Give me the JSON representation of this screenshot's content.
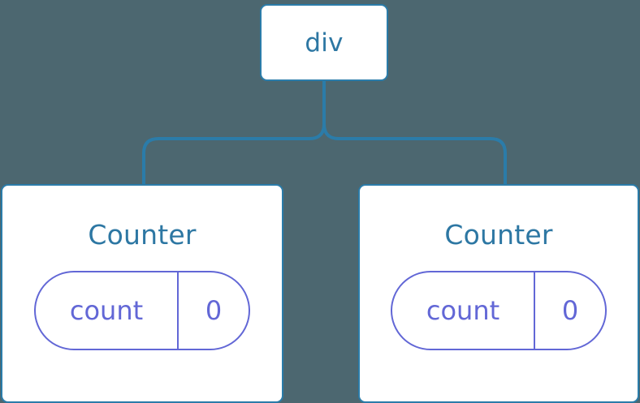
{
  "diagram": {
    "type": "component-tree",
    "background_color": "#4c6770",
    "node_border_color": "#2b7ca9",
    "node_text_color": "#2d77a3",
    "connector_color": "#2b7ca9",
    "state_accent_color": "#6267d6",
    "root": {
      "label": "div"
    },
    "children": [
      {
        "label": "Counter",
        "state": {
          "key": "count",
          "value": "0"
        }
      },
      {
        "label": "Counter",
        "state": {
          "key": "count",
          "value": "0"
        }
      }
    ]
  }
}
